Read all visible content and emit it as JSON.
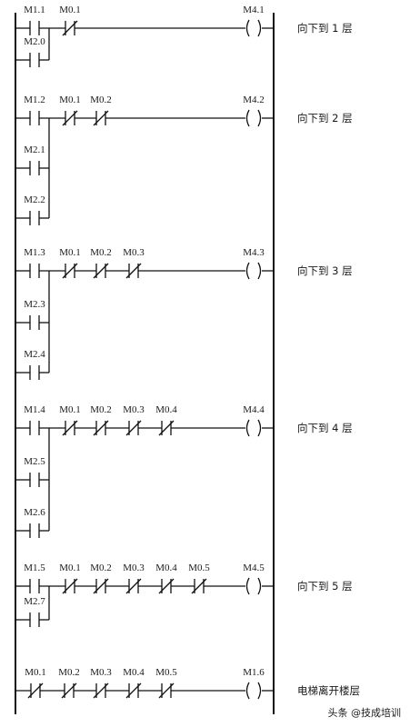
{
  "rungs": [
    {
      "contacts": [
        {
          "label": "M1.1",
          "type": "NO"
        },
        {
          "label": "M0.1",
          "type": "NC"
        }
      ],
      "branches": [
        "M2.0"
      ],
      "coil": "M4.1",
      "comment": "向下到 1 层"
    },
    {
      "contacts": [
        {
          "label": "M1.2",
          "type": "NO"
        },
        {
          "label": "M0.1",
          "type": "NC"
        },
        {
          "label": "M0.2",
          "type": "NC"
        }
      ],
      "branches": [
        "M2.1",
        "M2.2"
      ],
      "coil": "M4.2",
      "comment": "向下到 2 层"
    },
    {
      "contacts": [
        {
          "label": "M1.3",
          "type": "NO"
        },
        {
          "label": "M0.1",
          "type": "NC"
        },
        {
          "label": "M0.2",
          "type": "NC"
        },
        {
          "label": "M0.3",
          "type": "NC"
        }
      ],
      "branches": [
        "M2.3",
        "M2.4"
      ],
      "coil": "M4.3",
      "comment": "向下到 3 层"
    },
    {
      "contacts": [
        {
          "label": "M1.4",
          "type": "NO"
        },
        {
          "label": "M0.1",
          "type": "NC"
        },
        {
          "label": "M0.2",
          "type": "NC"
        },
        {
          "label": "M0.3",
          "type": "NC"
        },
        {
          "label": "M0.4",
          "type": "NC"
        }
      ],
      "branches": [
        "M2.5",
        "M2.6"
      ],
      "coil": "M4.4",
      "comment": "向下到 4 层"
    },
    {
      "contacts": [
        {
          "label": "M1.5",
          "type": "NO"
        },
        {
          "label": "M0.1",
          "type": "NC"
        },
        {
          "label": "M0.2",
          "type": "NC"
        },
        {
          "label": "M0.3",
          "type": "NC"
        },
        {
          "label": "M0.4",
          "type": "NC"
        },
        {
          "label": "M0.5",
          "type": "NC"
        }
      ],
      "branches": [
        "M2.7"
      ],
      "coil": "M4.5",
      "comment": "向下到 5 层"
    },
    {
      "contacts": [
        {
          "label": "M0.1",
          "type": "NC"
        },
        {
          "label": "M0.2",
          "type": "NC"
        },
        {
          "label": "M0.3",
          "type": "NC"
        },
        {
          "label": "M0.4",
          "type": "NC"
        },
        {
          "label": "M0.5",
          "type": "NC"
        }
      ],
      "branches": [],
      "coil": "M1.6",
      "comment": "电梯离开楼层"
    }
  ],
  "watermark": "头条 @技成培训"
}
